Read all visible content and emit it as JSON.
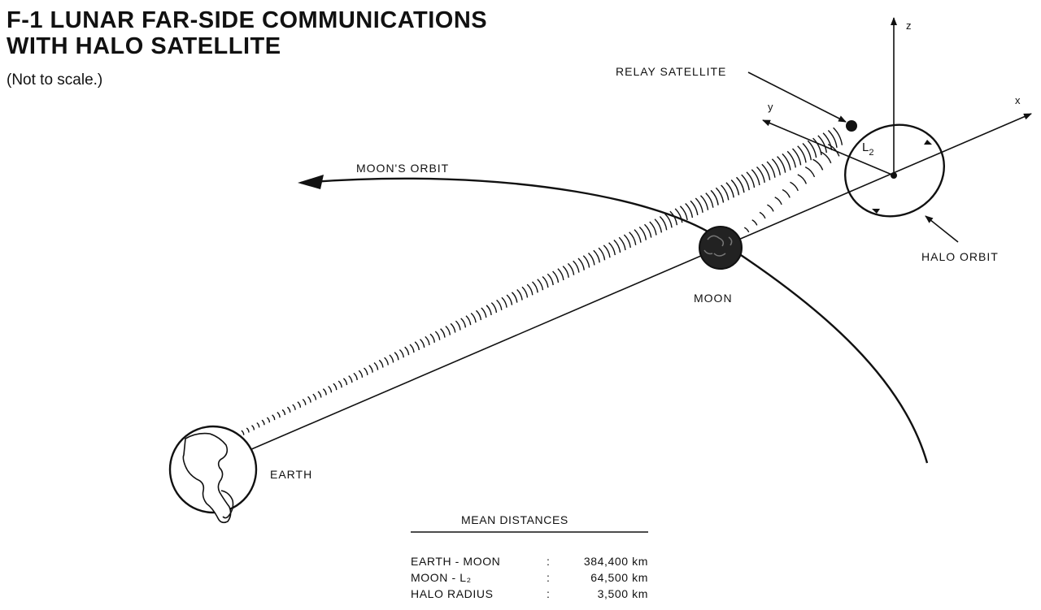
{
  "figure": {
    "title_line1": "F-1 LUNAR FAR-SIDE COMMUNICATIONS",
    "title_line2": "WITH HALO SATELLITE",
    "subtitle": "(Not to scale.)"
  },
  "labels": {
    "relay_satellite": "RELAY SATELLITE",
    "moons_orbit": "MOON'S ORBIT",
    "moon": "MOON",
    "earth": "EARTH",
    "halo_orbit": "HALO ORBIT",
    "l2_letter": "L",
    "l2_subscript": "2"
  },
  "axes": {
    "x": "x",
    "y": "y",
    "z": "z"
  },
  "mean_distances": {
    "heading": "MEAN DISTANCES",
    "rows": [
      {
        "label": "EARTH - MOON",
        "sep": ":",
        "value": "384,400 km"
      },
      {
        "label": "MOON - L₂",
        "sep": ":",
        "value": "64,500 km"
      },
      {
        "label": "HALO RADIUS",
        "sep": ":",
        "value": "3,500 km"
      }
    ]
  },
  "colors": {
    "ink": "#111111",
    "background": "#ffffff"
  }
}
